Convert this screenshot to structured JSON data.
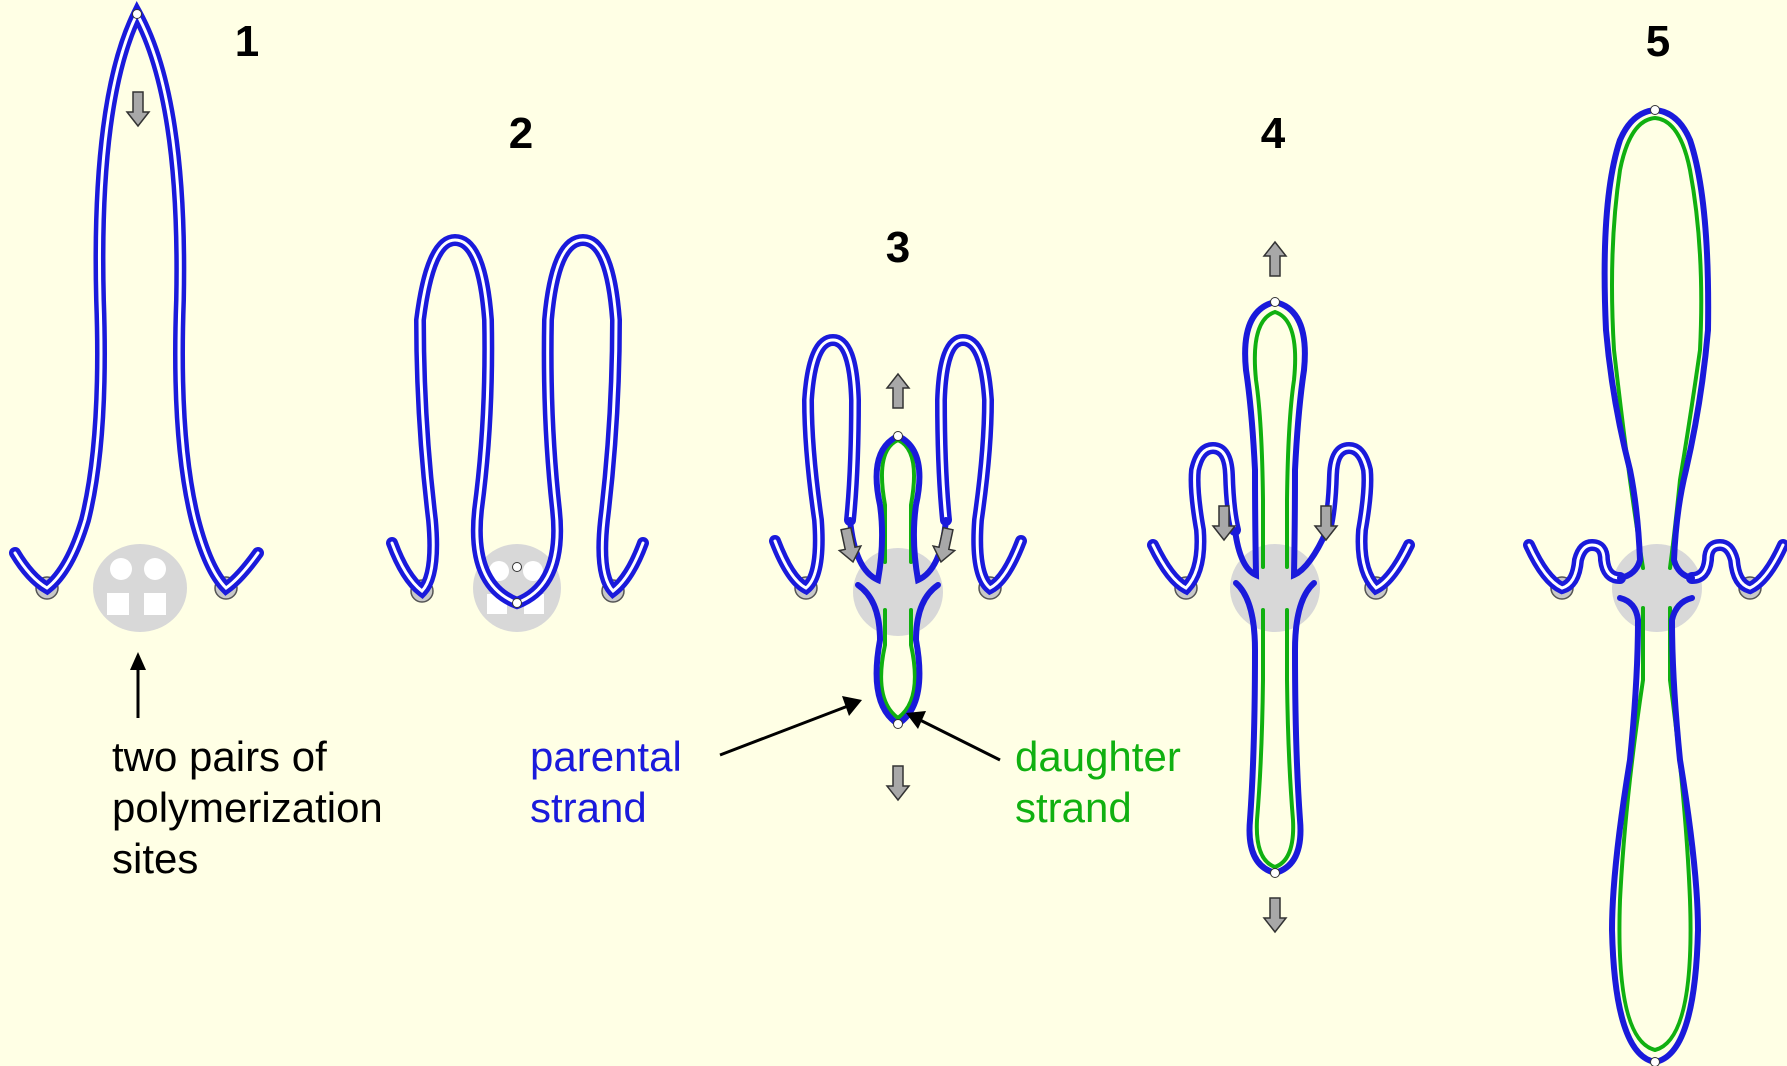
{
  "stages": [
    {
      "number": "1"
    },
    {
      "number": "2"
    },
    {
      "number": "3"
    },
    {
      "number": "4"
    },
    {
      "number": "5"
    }
  ],
  "labels": {
    "sites": [
      "two pairs of",
      "polymerization",
      "sites"
    ],
    "parental": [
      "parental",
      "strand"
    ],
    "daughter": [
      "daughter",
      "strand"
    ]
  },
  "colors": {
    "background": "#FFFFE5",
    "parental": "#1A1ADB",
    "daughter": "#10B010",
    "site": "#D8D8D8",
    "anchor": "#C8C8C8",
    "arrow": "#A8A8A8"
  }
}
